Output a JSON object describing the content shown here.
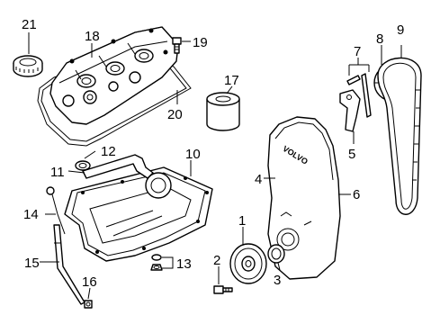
{
  "callouts": {
    "c1": "1",
    "c2": "2",
    "c3": "3",
    "c4": "4",
    "c5": "5",
    "c6": "6",
    "c7": "7",
    "c8": "8",
    "c9": "9",
    "c10": "10",
    "c11": "11",
    "c12": "12",
    "c13": "13",
    "c14": "14",
    "c15": "15",
    "c16": "16",
    "c17": "17",
    "c18": "18",
    "c19": "19",
    "c20": "20",
    "c21": "21"
  },
  "cover_text": "VOLVO"
}
